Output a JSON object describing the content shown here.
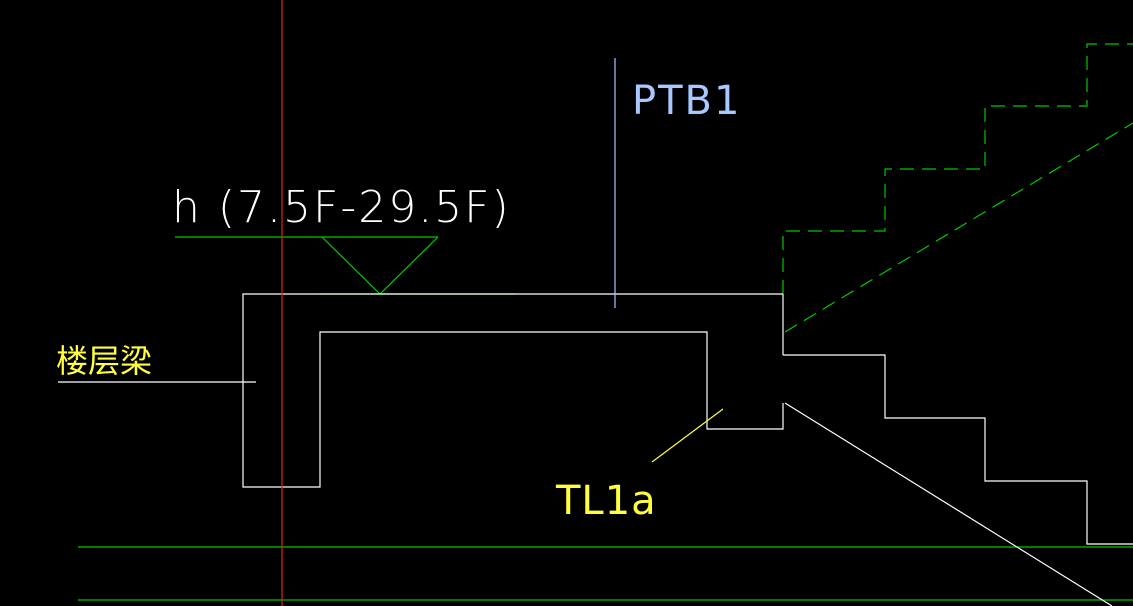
{
  "drawing": {
    "annotations": {
      "level_label": "h (7.5F-29.5F)",
      "slab_label": "PTB1",
      "floor_beam_label": "楼层梁",
      "stair_beam_label": "TL1a"
    },
    "colors": {
      "background": "#000000",
      "outline": "#ffffff",
      "green": "#00c800",
      "red": "#e02020",
      "text_white": "#ffffff",
      "text_blue": "#a8c8ff",
      "text_yellow": "#ffff40"
    }
  }
}
